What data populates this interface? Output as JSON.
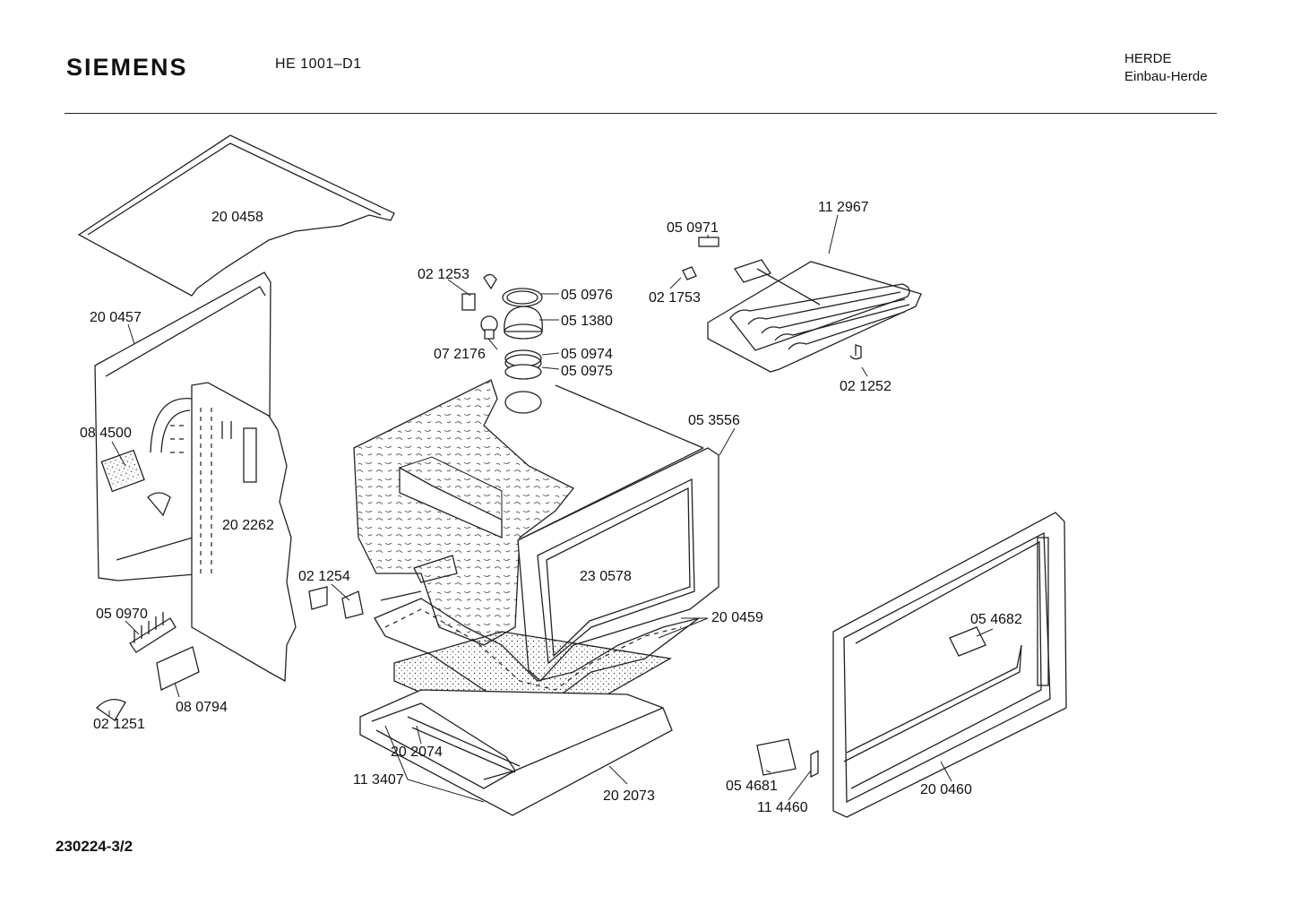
{
  "header": {
    "brand": "SIEMENS",
    "model": "HE 1001–D1",
    "category_line1": "HERDE",
    "category_line2": "Einbau-Herde"
  },
  "footer": {
    "document_number": "230224-3/2"
  },
  "parts": [
    {
      "id": "p1",
      "label": "20 0458"
    },
    {
      "id": "p2",
      "label": "20 0457"
    },
    {
      "id": "p3",
      "label": "08 4500"
    },
    {
      "id": "p4",
      "label": "20 2262"
    },
    {
      "id": "p5",
      "label": "05 0970"
    },
    {
      "id": "p6",
      "label": "08 0794"
    },
    {
      "id": "p7",
      "label": "02 1251"
    },
    {
      "id": "p8",
      "label": "02 1254"
    },
    {
      "id": "p9",
      "label": "02 1253"
    },
    {
      "id": "p10",
      "label": "05 0976"
    },
    {
      "id": "p11",
      "label": "05 1380"
    },
    {
      "id": "p12",
      "label": "07 2176"
    },
    {
      "id": "p13",
      "label": "05 0974"
    },
    {
      "id": "p14",
      "label": "05 0975"
    },
    {
      "id": "p15",
      "label": "05 0971"
    },
    {
      "id": "p16",
      "label": "02 1753"
    },
    {
      "id": "p17",
      "label": "11 2967"
    },
    {
      "id": "p18",
      "label": "02 1252"
    },
    {
      "id": "p19",
      "label": "05 3556"
    },
    {
      "id": "p20",
      "label": "23 0578"
    },
    {
      "id": "p21",
      "label": "20 0459"
    },
    {
      "id": "p22",
      "label": "05 4682"
    },
    {
      "id": "p23",
      "label": "20 2074"
    },
    {
      "id": "p24",
      "label": "11 3407"
    },
    {
      "id": "p25",
      "label": "20 2073"
    },
    {
      "id": "p26",
      "label": "05 4681"
    },
    {
      "id": "p27",
      "label": "11 4460"
    },
    {
      "id": "p28",
      "label": "20 0460"
    }
  ]
}
